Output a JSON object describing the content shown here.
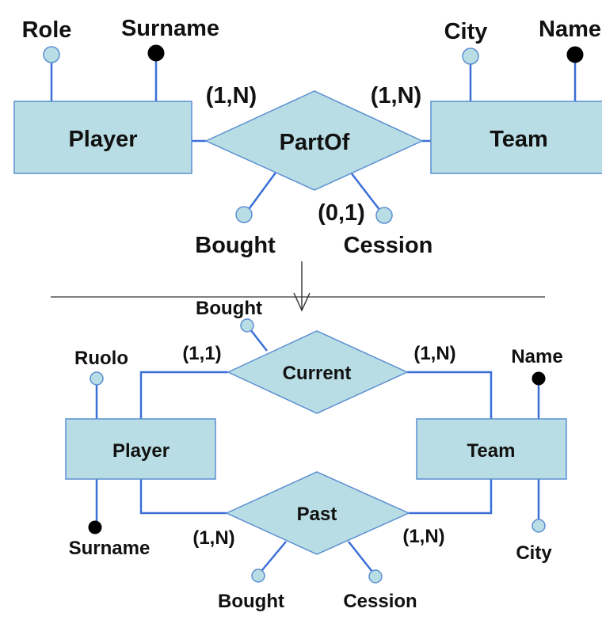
{
  "colors": {
    "shape_fill": "#b9dde4",
    "shape_stroke": "#5b8fd1",
    "connector": "#3b6fd8",
    "key_attribute": "#000000"
  },
  "top": {
    "entities": {
      "player": "Player",
      "team": "Team"
    },
    "relationship": "PartOf",
    "attributes": {
      "role": "Role",
      "surname": "Surname",
      "city": "City",
      "name": "Name",
      "bought": "Bought",
      "cession": "Cession"
    },
    "cardinalities": {
      "player_side": "(1,N)",
      "team_side": "(1,N)",
      "cession": "(0,1)"
    }
  },
  "bottom": {
    "entities": {
      "player": "Player",
      "team": "Team"
    },
    "relationships": {
      "current": "Current",
      "past": "Past"
    },
    "attributes": {
      "ruolo": "Ruolo",
      "surname": "Surname",
      "name": "Name",
      "city": "City",
      "current_bought": "Bought",
      "past_bought": "Bought",
      "past_cession": "Cession"
    },
    "cardinalities": {
      "current_player": "(1,1)",
      "current_team": "(1,N)",
      "past_player": "(1,N)",
      "past_team": "(1,N)"
    }
  },
  "icons": {
    "transform_arrow": "down-arrow-icon"
  }
}
